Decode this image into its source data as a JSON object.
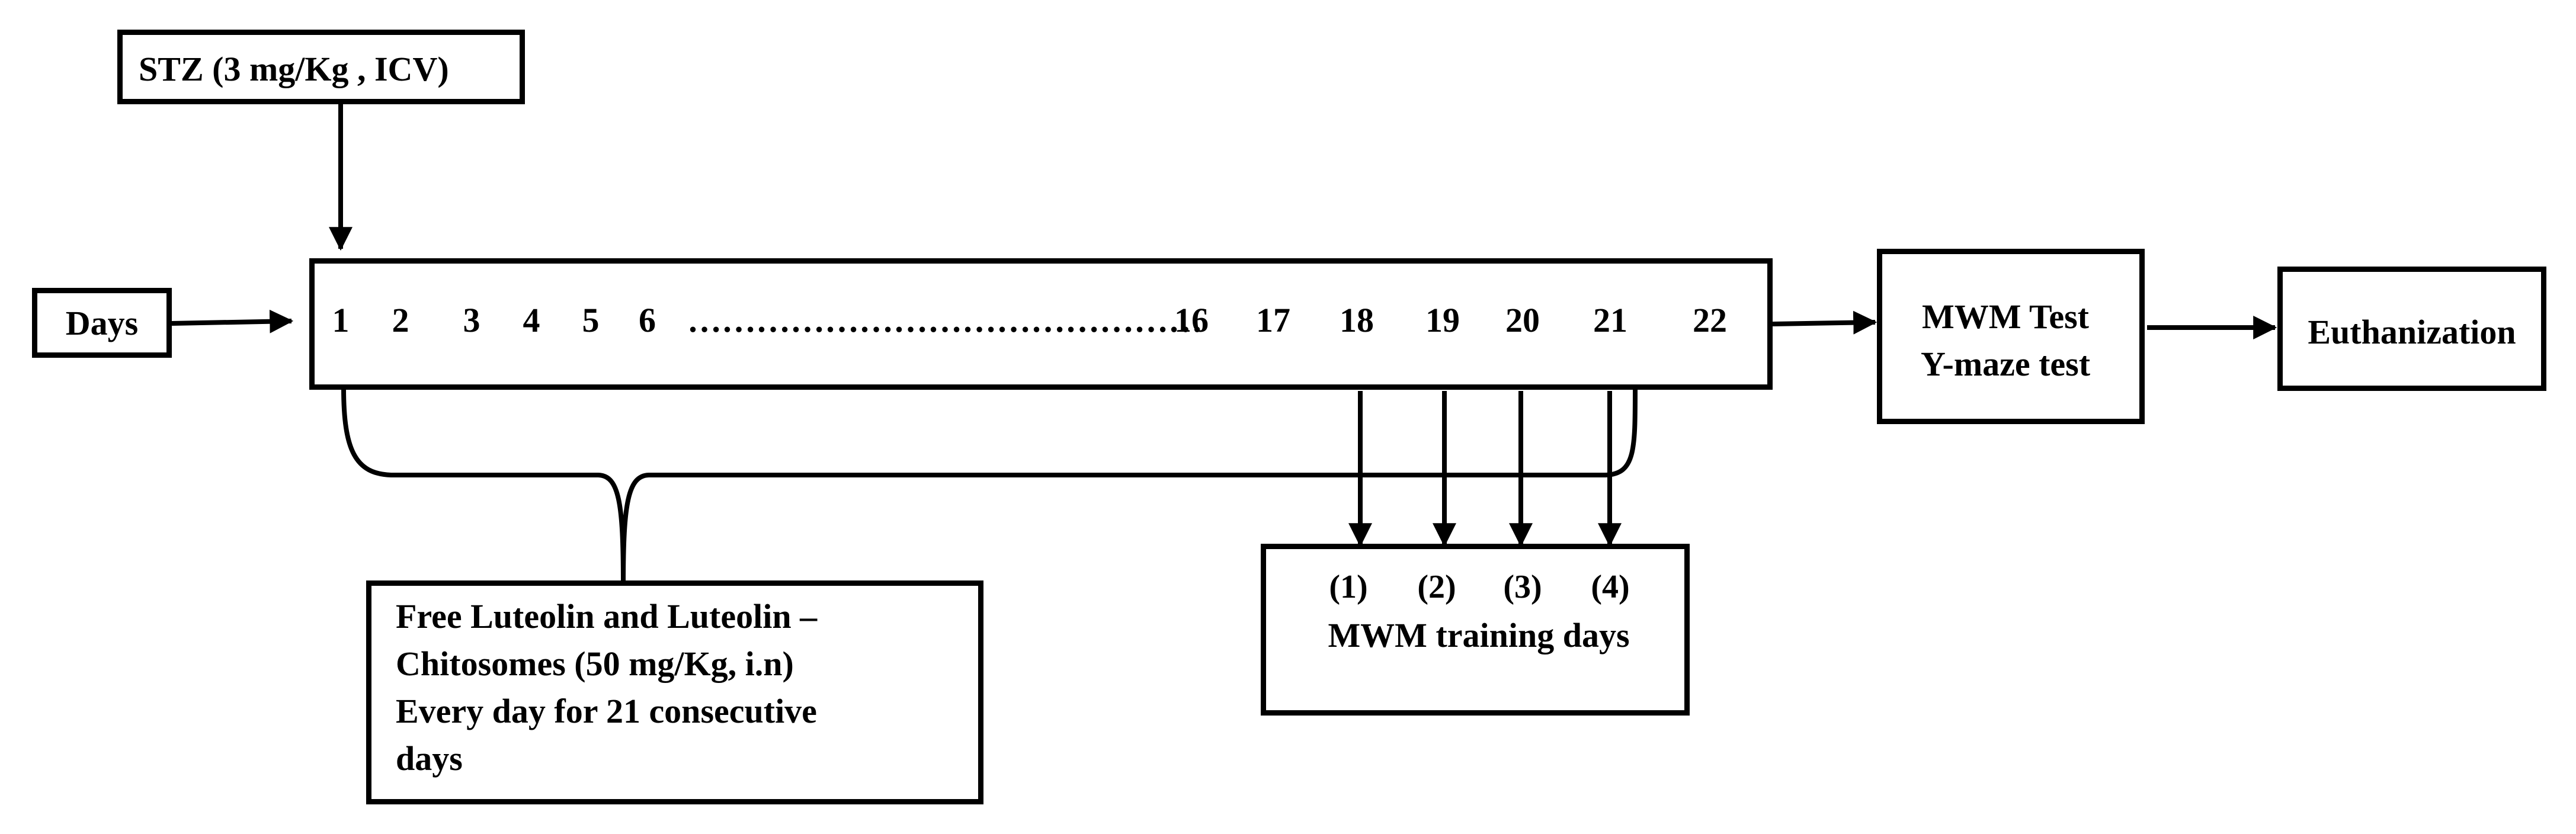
{
  "stz_label": "STZ (3 mg/Kg , ICV)",
  "days_label": "Days",
  "timeline": {
    "day_labels": [
      "1",
      "2",
      "3",
      "4",
      "5",
      "17",
      "18",
      "19",
      "20",
      "21",
      "22"
    ],
    "gap_start": "6",
    "ellipsis": "………………………………………",
    "gap_end": "16"
  },
  "tests_box": {
    "line1": "MWM Test",
    "line2": "Y-maze test"
  },
  "euthanization_label": "Euthanization",
  "treatment_box": {
    "line1": "Free Luteolin and Luteolin –",
    "line2": "Chitosomes (50 mg/Kg, i.n)",
    "line3": "Every day for 21 consecutive",
    "line4": "days"
  },
  "training_box": {
    "numbers": [
      "(1)",
      "(2)",
      "(3)",
      "(4)"
    ],
    "caption": "MWM training days"
  }
}
